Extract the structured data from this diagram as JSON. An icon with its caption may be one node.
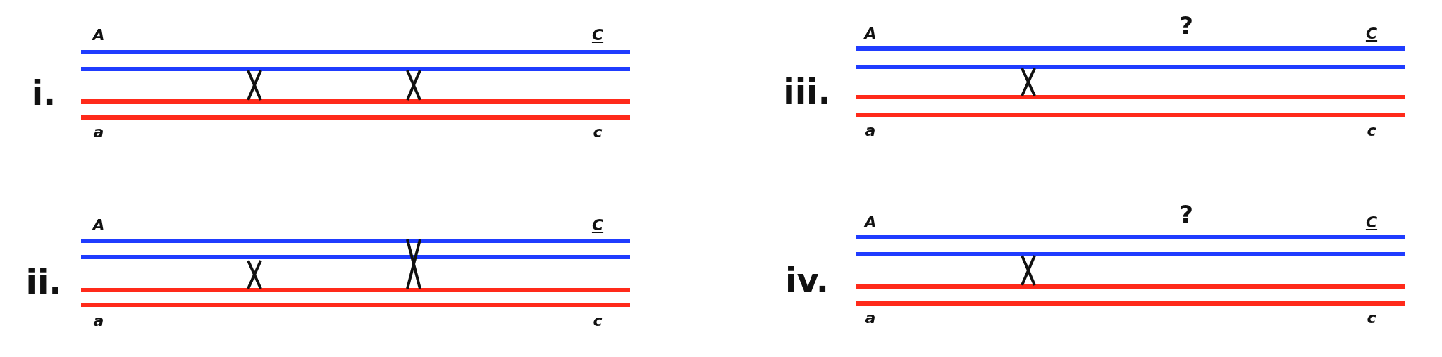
{
  "diagram": {
    "labels": [
      "i.",
      "A",
      "C",
      "a",
      "c",
      "iii.",
      "A",
      "?",
      "C",
      "a",
      "c",
      "ii.",
      "A",
      "C",
      "a",
      "c",
      "iv.",
      "A",
      "?",
      "C",
      "a",
      "c"
    ]
  }
}
